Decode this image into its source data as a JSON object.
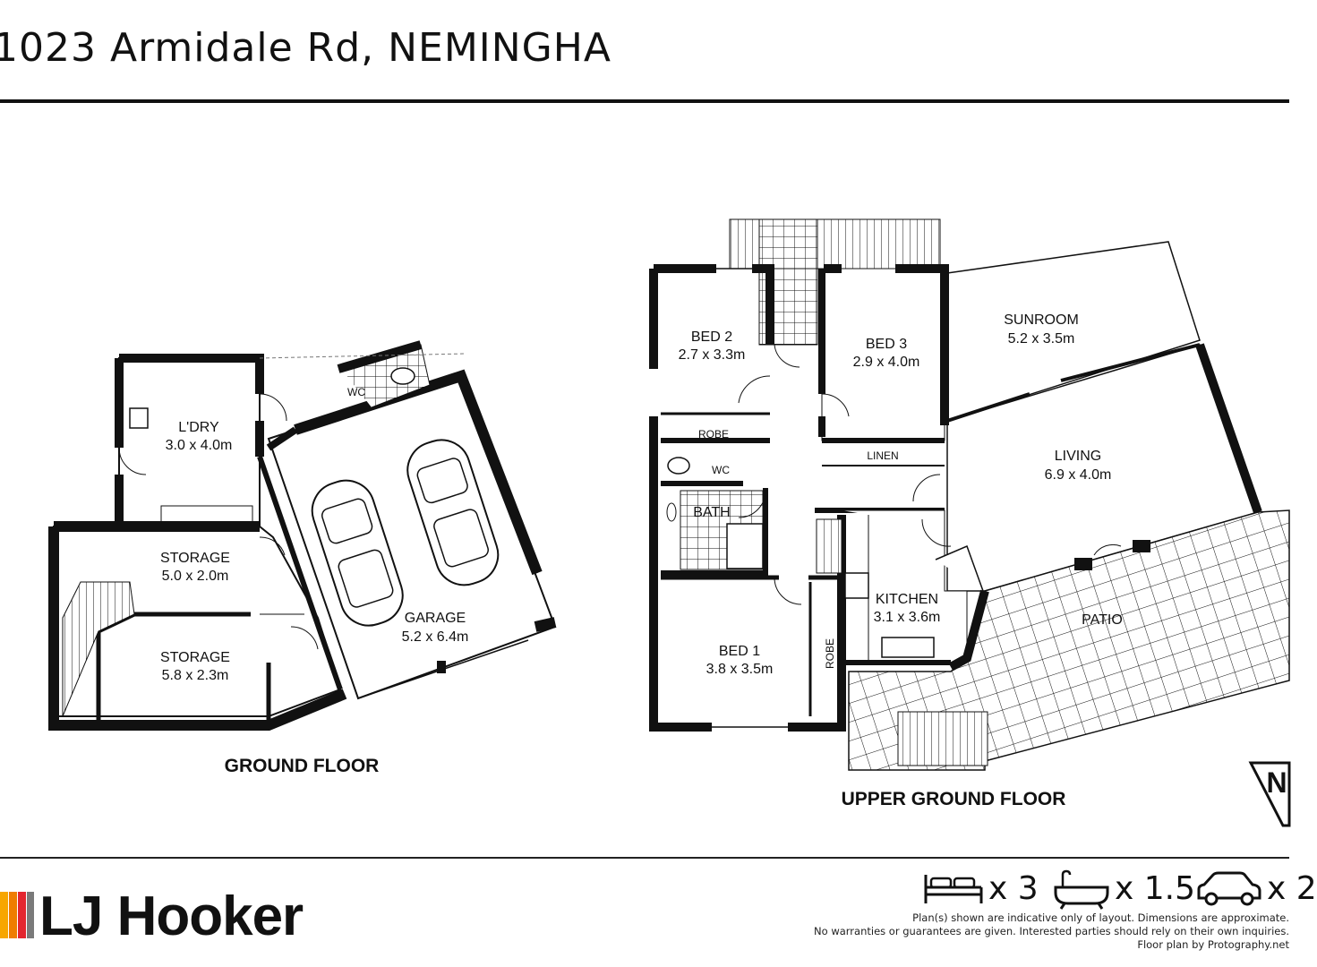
{
  "header": {
    "title": "1023 Armidale Rd, NEMINGHA"
  },
  "ground_floor": {
    "label": "GROUND FLOOR",
    "rooms": [
      {
        "name": "L'DRY",
        "size": "3.0 x 4.0m"
      },
      {
        "name": "STORAGE",
        "size": "5.0 x 2.0m"
      },
      {
        "name": "STORAGE",
        "size": "5.8 x 2.3m"
      },
      {
        "name": "GARAGE",
        "size": "5.2 x 6.4m"
      }
    ],
    "wc": "WC"
  },
  "upper_floor": {
    "label": "UPPER GROUND FLOOR",
    "rooms": [
      {
        "name": "BED 2",
        "size": "2.7 x 3.3m"
      },
      {
        "name": "BED 3",
        "size": "2.9 x 4.0m"
      },
      {
        "name": "SUNROOM",
        "size": "5.2 x 3.5m"
      },
      {
        "name": "LIVING",
        "size": "6.9 x 4.0m"
      },
      {
        "name": "KITCHEN",
        "size": "3.1 x 3.6m"
      },
      {
        "name": "BED 1",
        "size": "3.8 x 3.5m"
      }
    ],
    "robe_1": "ROBE",
    "robe_2": "ROBE",
    "wc": "WC",
    "bath": "BATH",
    "linen": "LINEN",
    "patio": "PATIO"
  },
  "compass": {
    "letter": "N"
  },
  "footer": {
    "brand": "LJ Hooker",
    "brand_colors": [
      "#f7a600",
      "#ef7d00",
      "#e3262f",
      "#7a7a7a"
    ],
    "features": [
      {
        "icon": "bed-icon",
        "count": "x 3"
      },
      {
        "icon": "bath-icon",
        "count": "x 1.5"
      },
      {
        "icon": "car-icon",
        "count": "x 2"
      }
    ],
    "disclaimer": [
      "Plan(s) shown are indicative only of layout. Dimensions are approximate.",
      "No warranties or guarantees are given. Interested parties should rely on their own inquiries.",
      "Floor plan by Protography.net"
    ]
  }
}
